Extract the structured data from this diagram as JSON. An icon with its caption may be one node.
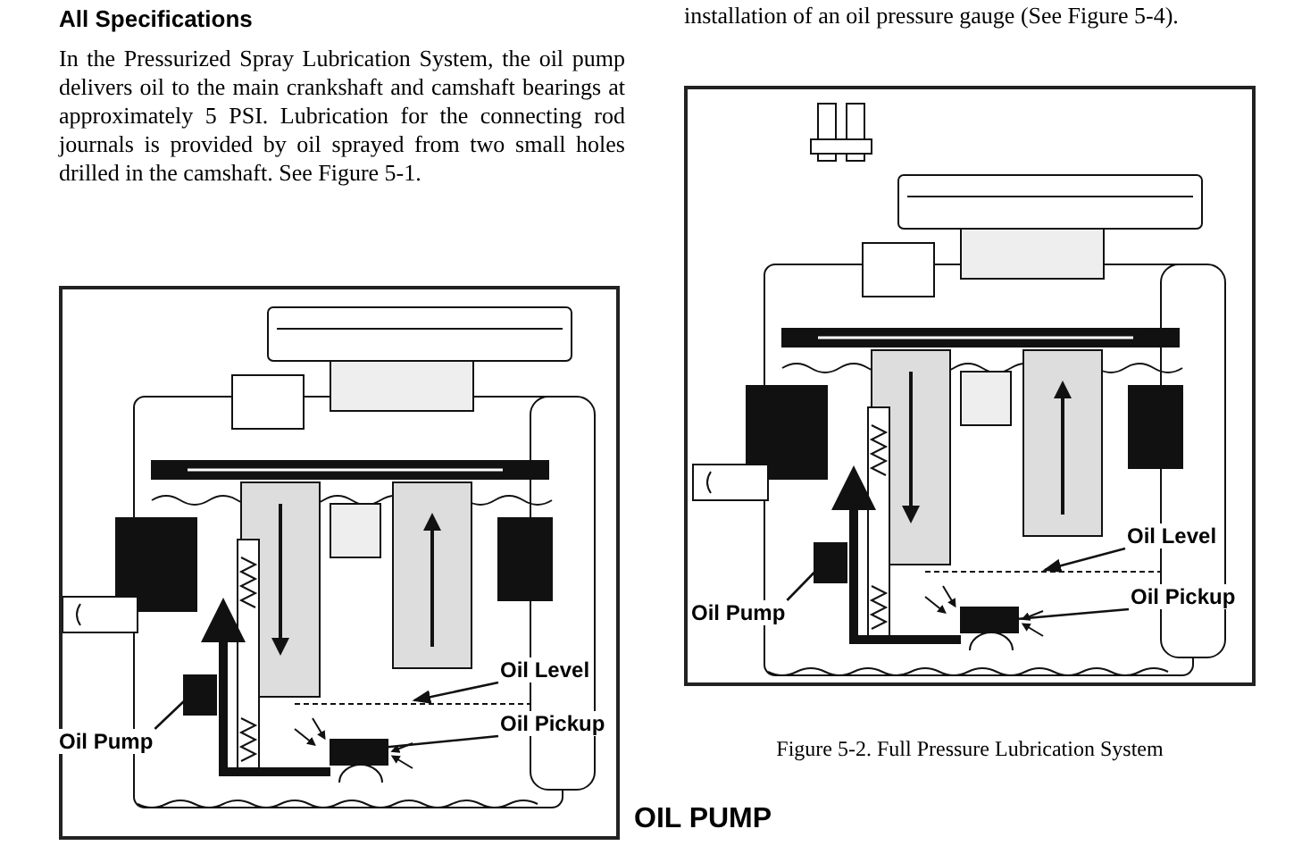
{
  "diagram": {
    "nodes": [
      {
        "text": [],
        "shape": "box"
      },
      {
        "text": [
          "Oil Level"
        ],
        "in": 0
      },
      {
        "text": [
          "Oil Pump"
        ],
        "in": 0
      },
      {
        "text": [
          "Oil Pickup"
        ],
        "in": 0
      },
      {
        "text": [],
        "shape": "box",
        "beside": [
          "Figure 5-2. Full Pressure Lubrication System"
        ]
      },
      {
        "text": [
          "Oil Level"
        ],
        "in": 4
      },
      {
        "text": [
          "Oil Pump"
        ],
        "in": 4
      },
      {
        "text": [
          "Oil Pickup"
        ],
        "in": 4
      }
    ],
    "edges": [
      {
        "from": 1,
        "to": null,
        "arrow": "to"
      },
      {
        "from": 2,
        "to": null,
        "arrow": "to"
      },
      {
        "from": 3,
        "to": null,
        "arrow": "to"
      },
      {
        "from": 5,
        "to": null,
        "arrow": "to"
      },
      {
        "from": 6,
        "to": null,
        "arrow": "to"
      },
      {
        "from": 7,
        "to": null,
        "arrow": "to"
      }
    ],
    "labels": [
      "All Specifications",
      "In the Pressurized Spray Lubrication System, the oil pump delivers oil to the main crankshaft and camshaft bearings at approximately 5 PSI. Lubrication for the connecting rod journals is provided by oil sprayed from two small holes drilled in the camshaft. See Figure 5-1.",
      "installation of an oil pressure gauge (See Figure 5-4).",
      "OIL PUMP"
    ]
  }
}
